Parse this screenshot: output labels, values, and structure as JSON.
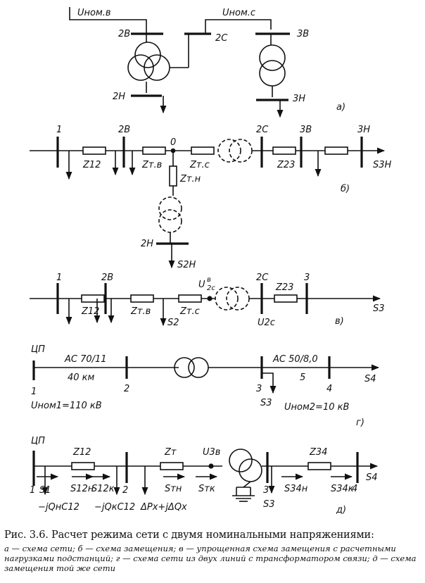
{
  "diagram_a": {
    "u_nom_v": "Uном.в",
    "u_nom_s": "Uном.с",
    "bus_2v": "2В",
    "bus_2s": "2С",
    "bus_3v": "3В",
    "bus_2n": "2Н",
    "bus_3n": "3Н",
    "tag": "а)"
  },
  "diagram_b": {
    "n1": "1",
    "n2v": "2В",
    "n0": "0",
    "n2s": "2С",
    "n3v": "3В",
    "n3n": "3Н",
    "z12": "Z12",
    "ztv": "Zт.в",
    "zts": "Zт.с",
    "z23": "Z23",
    "ztn": "Zт.н",
    "s3n": "S3Н",
    "n2n": "2Н",
    "s2n": "S2Н",
    "tag": "б)"
  },
  "diagram_v": {
    "n1": "1",
    "n2v": "2В",
    "u2s_v": "U",
    "u2s_v_sup": "в",
    "u2s_v_sub": "2с",
    "n2s": "2С",
    "n3": "3",
    "z23": "Z23",
    "z12": "Z12",
    "ztv": "Zт.в",
    "zts": "Zт.с",
    "s2": "S2",
    "u2c": "U2с",
    "s3": "S3",
    "tag": "в)"
  },
  "diagram_g": {
    "cp": "ЦП",
    "line1": "АС 70/11",
    "len1": "40 км",
    "line2": "АС 50/8,0",
    "len2": "5",
    "n1": "1",
    "n2": "2",
    "n3": "3",
    "n4": "4",
    "s3": "S3",
    "s4": "S4",
    "unom1": "Uном1=110 кВ",
    "unom2": "Uном2=10 кВ",
    "tag": "г)"
  },
  "diagram_d": {
    "cp": "ЦП",
    "z12": "Z12",
    "zt": "Zт",
    "u3v": "U3в",
    "z34": "Z34",
    "n1": "1",
    "s1": "S1",
    "s12n": "S12н",
    "s12k": "S12к",
    "n2": "2",
    "stn": "Sтн",
    "stk": "Sтк",
    "n3": "3",
    "s34n": "S34н",
    "s34k": "S34к",
    "n4": "4",
    "s4": "S4",
    "s3": "S3",
    "jqc12n": "−jQнC12",
    "jqc12k": "−jQкC12",
    "dpx": "ΔPx+jΔQx",
    "tag": "д)"
  },
  "caption": {
    "title": "Рис. 3.6. Расчет режима сети с двумя номинальными напряжениями:",
    "body": "а — схема сети; б — схема замещения; в — упрощенная схема замещения с расчетными нагрузками подстанций; г — схема сети из двух линий с трансформатором связи; д — схема замещения той же сети"
  }
}
